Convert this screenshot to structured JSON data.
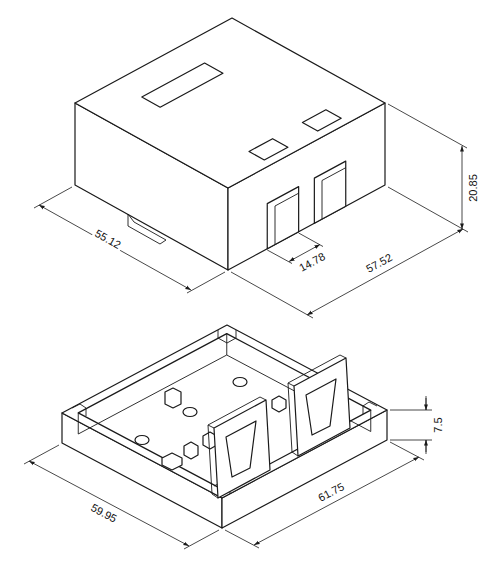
{
  "diagram": {
    "labels": [
      "55.12",
      "14.78",
      "57.52",
      "20.85",
      "59.95",
      "61.75",
      "7.5"
    ]
  }
}
